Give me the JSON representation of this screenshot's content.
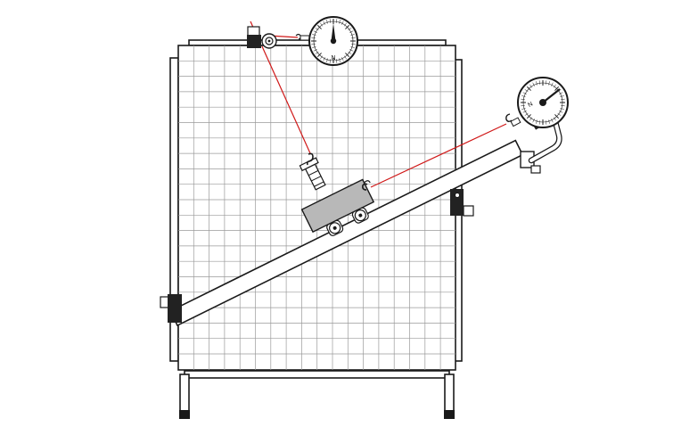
{
  "colors": {
    "frame": "#1a1a1a",
    "grid": "#9a9a9a",
    "board_fill": "#ffffff",
    "string": "#d01818",
    "cart_body": "#b8b8b8",
    "clamp": "#222222",
    "background": "#ffffff"
  },
  "gauges": {
    "top": {
      "unit_label": "N",
      "icon": "spring-scale-dial"
    },
    "right": {
      "unit_label": "N",
      "icon": "spring-scale-dial"
    }
  },
  "icons": {
    "pulley": "pulley-wheel",
    "hook": "hook",
    "cart": "cart-with-wheels",
    "incline": "inclined-rail"
  }
}
